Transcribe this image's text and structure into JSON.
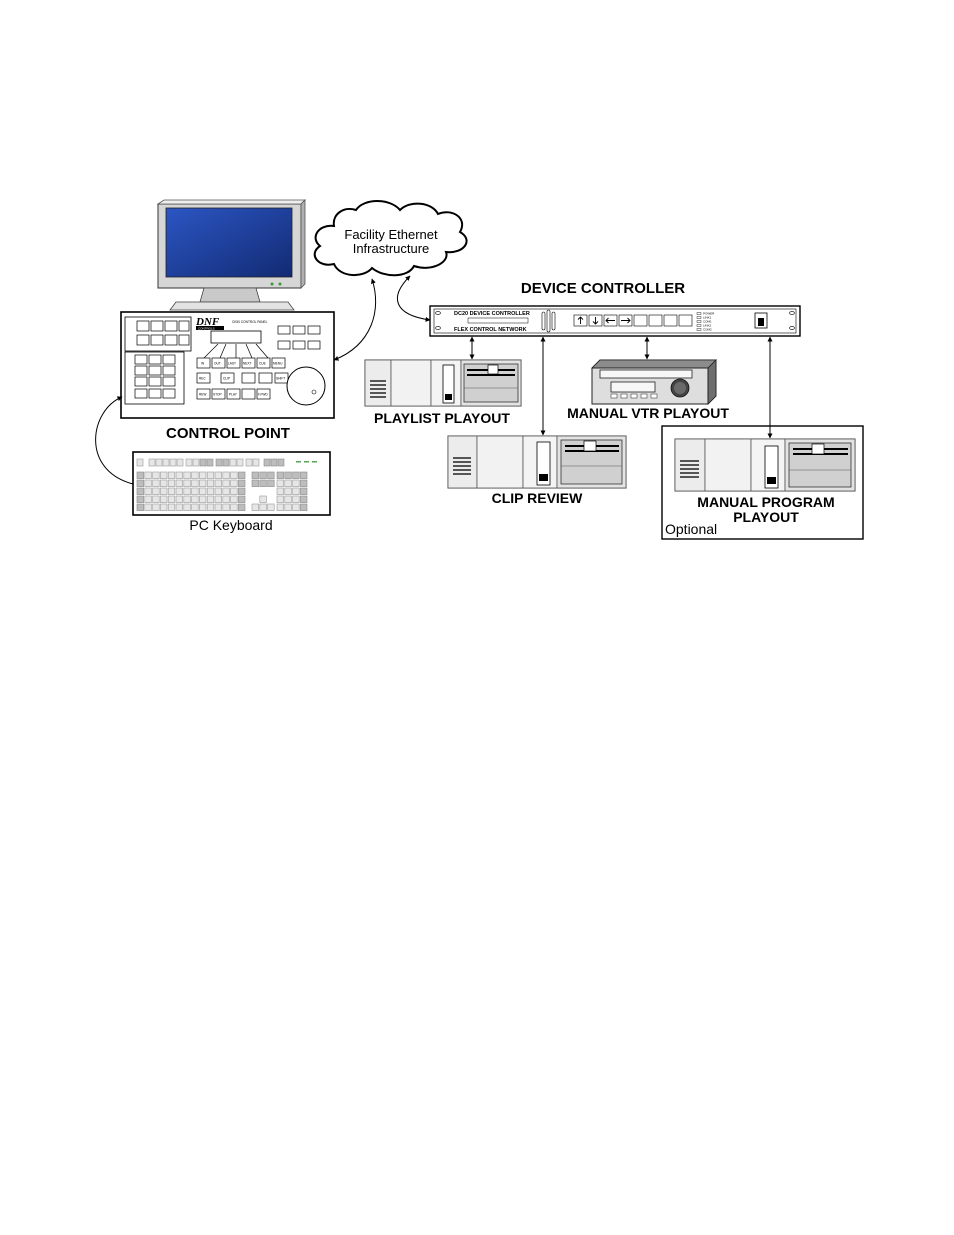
{
  "labels": {
    "cloud_line1": "Facility Ethernet",
    "cloud_line2": "Infrastructure",
    "device_controller": "DEVICE CONTROLLER",
    "control_point": "CONTROL POINT",
    "pc_keyboard": "PC Keyboard",
    "playlist_playout": "PLAYLIST PLAYOUT",
    "manual_vtr_playout": "MANUAL VTR PLAYOUT",
    "clip_review": "CLIP REVIEW",
    "manual_program_line1": "MANUAL PROGRAM",
    "manual_program_line2": "PLAYOUT",
    "optional": "Optional"
  },
  "device_panel": {
    "model": "DC20 DEVICE CONTROLLER",
    "network": "FLEX CONTROL NETWORK",
    "leds": [
      "POWER",
      "LINK1",
      "COM1",
      "LINK2",
      "COM2"
    ]
  },
  "control_panel": {
    "logo": "DNF",
    "logo_sub": "CONTROLS",
    "title": "CK50 CONTROL PANEL",
    "row1": [
      "IN",
      "OUT",
      "LAST",
      "NEXT",
      "CUE",
      "MENU"
    ],
    "row2": [
      "REC",
      "CLIP",
      "SHIFT"
    ],
    "row3": [
      "REW",
      "STOP",
      "PLAY",
      "F.FWD"
    ]
  },
  "colors": {
    "monitor_screen": "#1f3f9a",
    "monitor_body": "#d9d9d9",
    "line": "#000000"
  }
}
